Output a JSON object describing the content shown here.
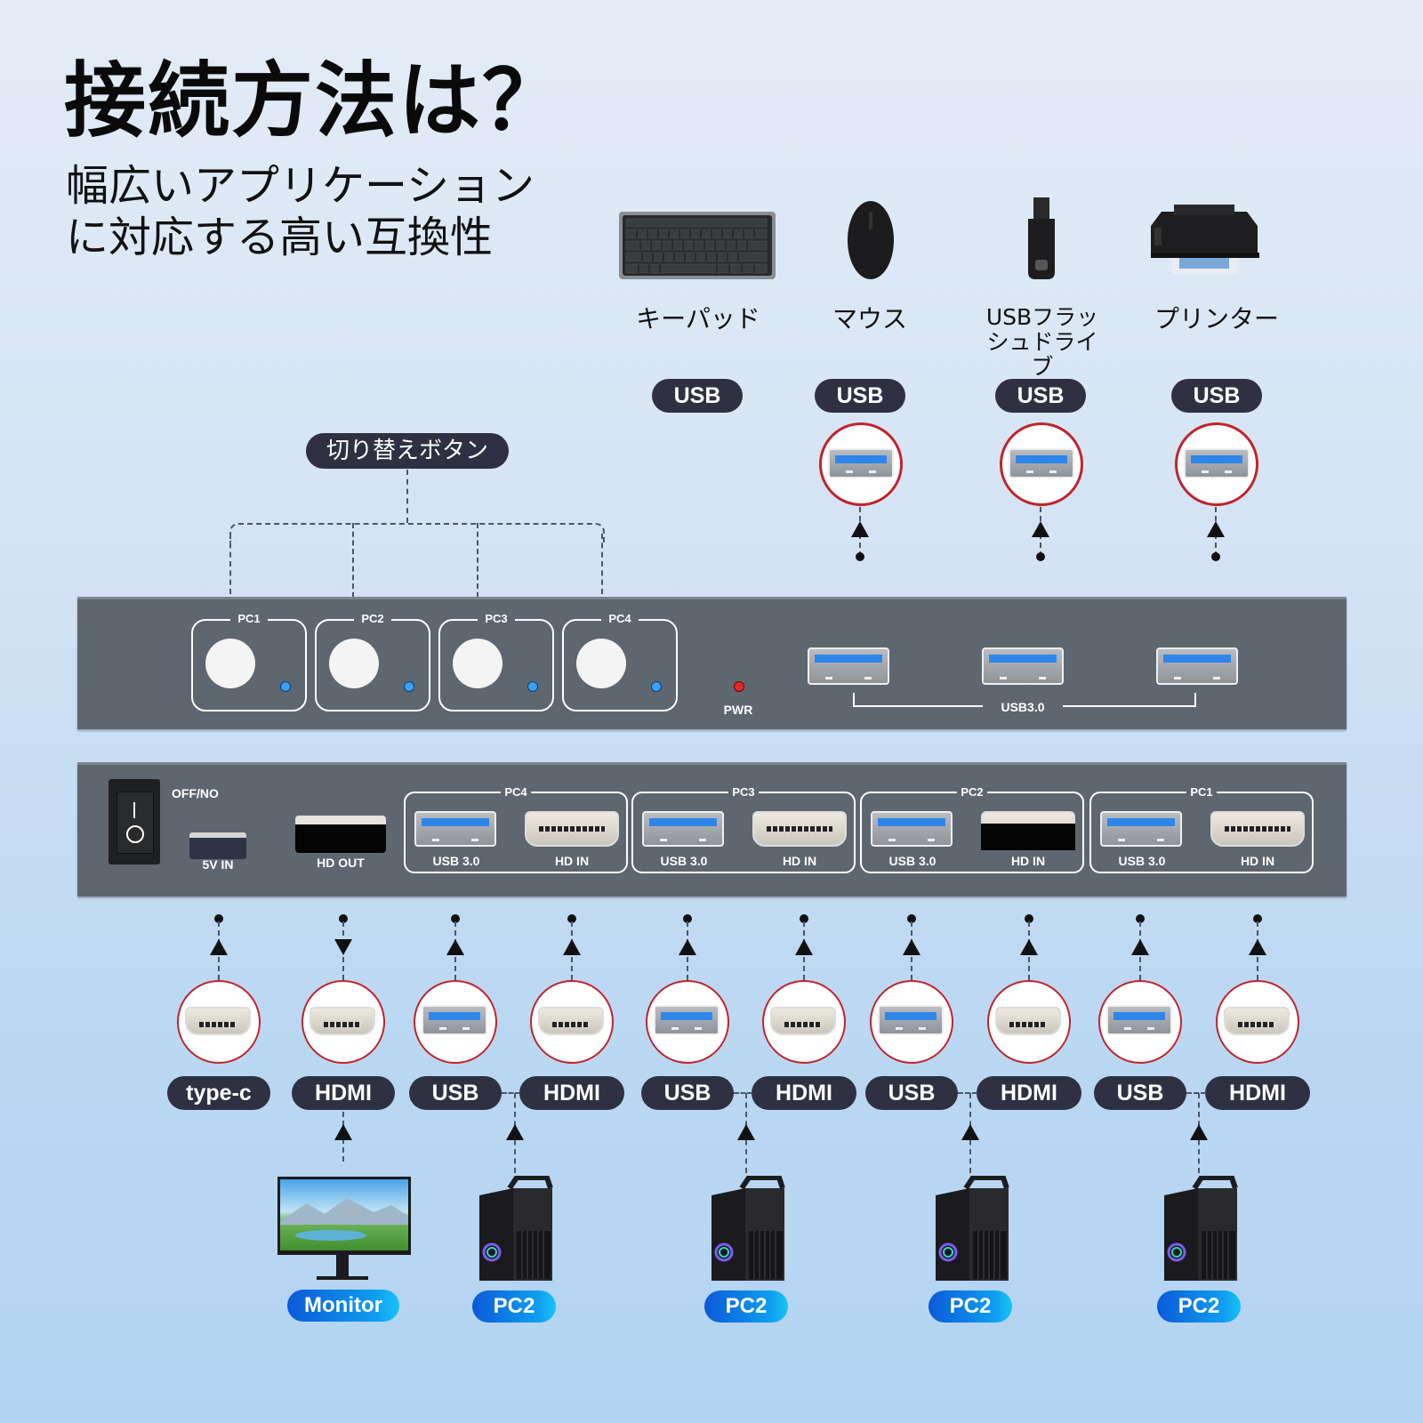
{
  "title": "接続方法は？",
  "subtitle": "幅広いアプリケーションに対応する高い互換性",
  "peripherals": [
    {
      "name": "キーパッド",
      "port": "USB",
      "icon": "keyboard-icon"
    },
    {
      "name": "マウス",
      "port": "USB",
      "icon": "mouse-icon"
    },
    {
      "name": "USBフラッシュドライブ",
      "port": "USB",
      "icon": "usb-flash-drive-icon"
    },
    {
      "name": "プリンター",
      "port": "USB",
      "icon": "printer-icon"
    }
  ],
  "switch_label": "切り替えボタン",
  "front_panel": {
    "buttons": [
      "PC1",
      "PC2",
      "PC3",
      "PC4"
    ],
    "pwr": "PWR",
    "usb_label": "USB3.0"
  },
  "rear_panel": {
    "switch": "OFF/NO",
    "power": "5V IN",
    "hd_out": "HD OUT",
    "groups": [
      {
        "name": "PC4",
        "usb": "USB 3.0",
        "hdmi": "HD IN"
      },
      {
        "name": "PC3",
        "usb": "USB 3.0",
        "hdmi": "HD IN"
      },
      {
        "name": "PC2",
        "usb": "USB 3.0",
        "hdmi": "HD IN"
      },
      {
        "name": "PC1",
        "usb": "USB 3.0",
        "hdmi": "HD IN"
      }
    ]
  },
  "cables": [
    "type-c",
    "HDMI",
    "USB",
    "HDMI",
    "USB",
    "HDMI",
    "USB",
    "HDMI",
    "USB",
    "HDMI"
  ],
  "endpoints": [
    {
      "name": "Monitor",
      "icon": "monitor-icon"
    },
    {
      "name": "PC2",
      "icon": "pc-tower-icon"
    },
    {
      "name": "PC2",
      "icon": "pc-tower-icon"
    },
    {
      "name": "PC2",
      "icon": "pc-tower-icon"
    },
    {
      "name": "PC2",
      "icon": "pc-tower-icon"
    }
  ],
  "colors": {
    "panel": "#5e6670",
    "pill": "#2f3042",
    "circle_border": "#c0242c",
    "usb_blue": "#2f86ea"
  }
}
